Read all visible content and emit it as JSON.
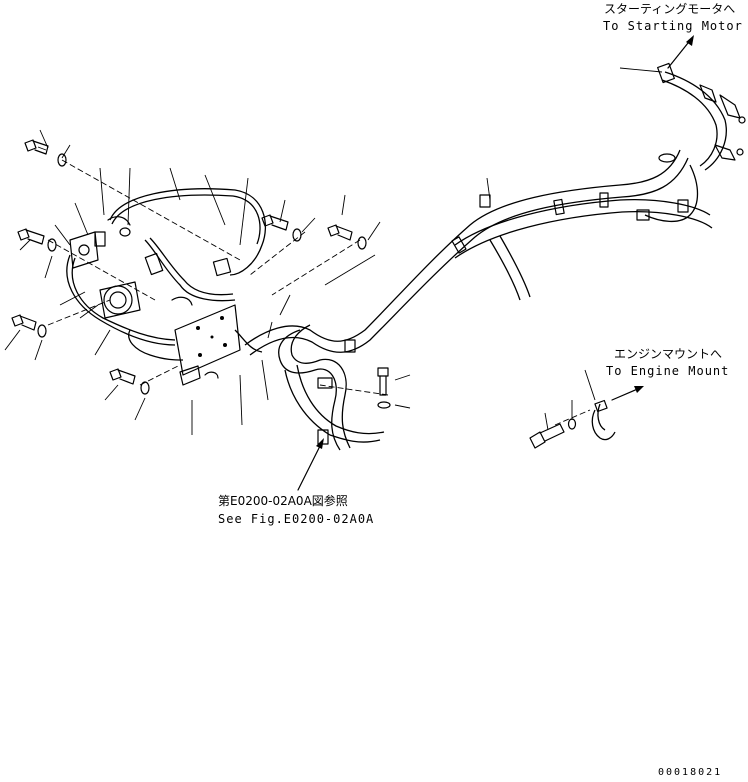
{
  "annotations": {
    "starting_motor_jp": "スターティングモータへ",
    "starting_motor_en": "To Starting Motor",
    "engine_mount_jp": "エンジンマウントへ",
    "engine_mount_en": "To Engine Mount",
    "see_fig_jp": "第E0200-02A0A図参照",
    "see_fig_en": "See Fig.E0200-02A0A",
    "drawing_number": "00018021"
  }
}
